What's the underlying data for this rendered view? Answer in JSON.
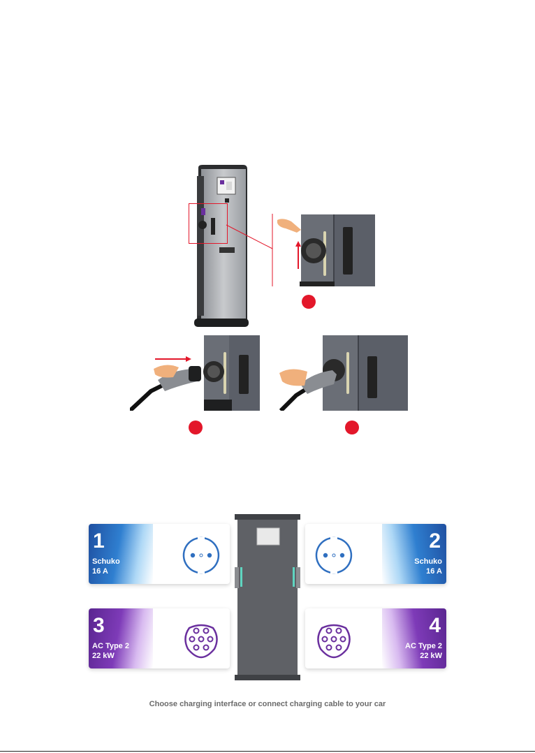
{
  "colors": {
    "marker": "#e3172a",
    "schuko_blue": "#1f5fb0",
    "type2_purple": "#6a2f9e",
    "tower_silver": "#a9acb0",
    "panel_gray": "#5b5f68"
  },
  "steps": {
    "markers": [
      "step-1-marker",
      "step-2-marker",
      "step-3-marker"
    ]
  },
  "ports": [
    {
      "number": "1",
      "name": "Schuko",
      "rating": "16 A",
      "icon": "schuko-socket-icon"
    },
    {
      "number": "2",
      "name": "Schuko",
      "rating": "16 A",
      "icon": "schuko-socket-icon"
    },
    {
      "number": "3",
      "name": "AC Type 2",
      "rating": "22 kW",
      "icon": "type2-socket-icon"
    },
    {
      "number": "4",
      "name": "AC Type 2",
      "rating": "22 kW",
      "icon": "type2-socket-icon"
    }
  ],
  "caption": "Choose charging interface or connect charging cable to your car"
}
